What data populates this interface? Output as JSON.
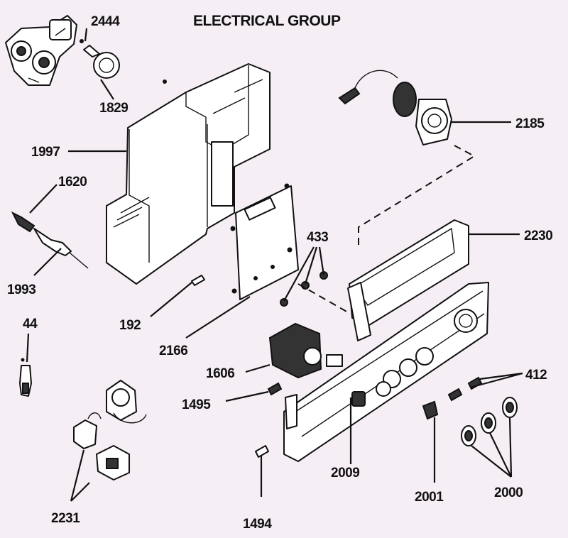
{
  "title": "ELECTRICAL GROUP",
  "labels": {
    "p2444": "2444",
    "p1829": "1829",
    "p1997": "1997",
    "p1620": "1620",
    "p1993": "1993",
    "p44": "44",
    "p192": "192",
    "p2166": "2166",
    "p433": "433",
    "p2185": "2185",
    "p2230": "2230",
    "p1606": "1606",
    "p1495": "1495",
    "p412": "412",
    "p2231": "2231",
    "p1494": "1494",
    "p2009": "2009",
    "p2001": "2001",
    "p2000": "2000"
  }
}
